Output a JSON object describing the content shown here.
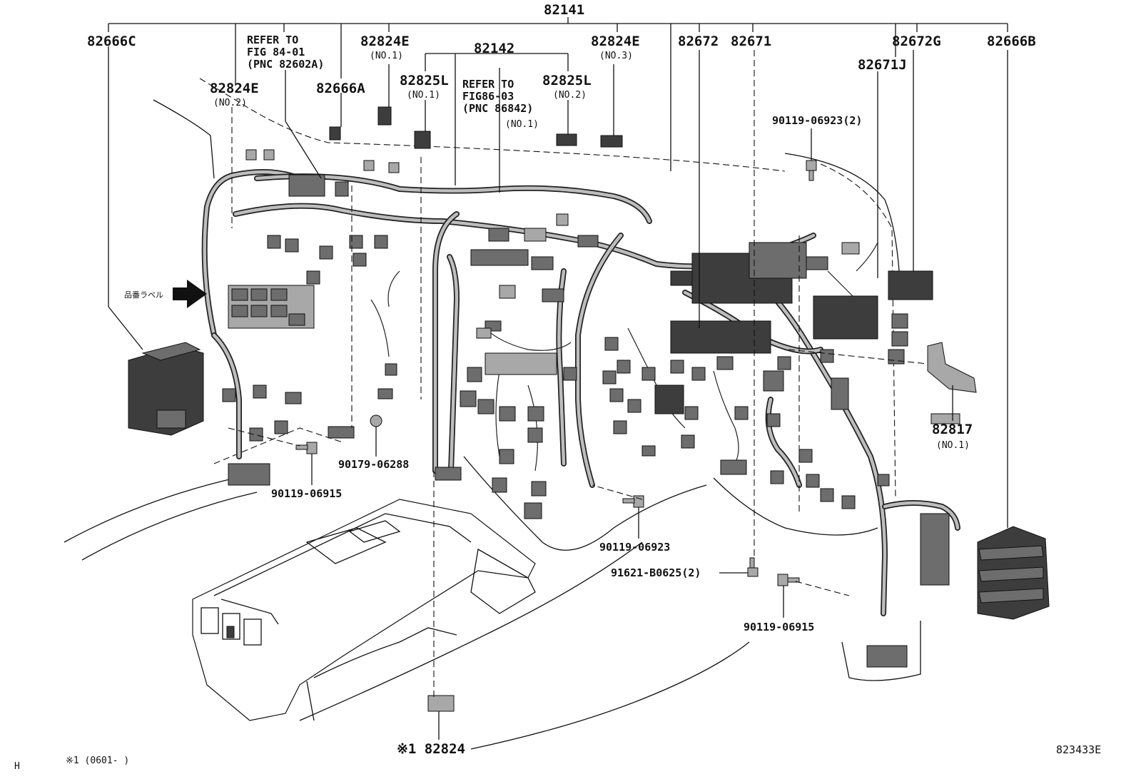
{
  "diagram": {
    "labels": {
      "p82141": "82141",
      "p82666c": "82666C",
      "refer1_l1": "REFER TO",
      "refer1_l2": "FIG 84-01",
      "refer1_l3": "(PNC 82602A)",
      "p82824e_no1": "82824E",
      "no1_a": "(NO.1)",
      "p82142": "82142",
      "p82824e_no3": "82824E",
      "no3": "(NO.3)",
      "p82672": "82672",
      "p82671": "82671",
      "p82672g": "82672G",
      "p82666b": "82666B",
      "p82824e_no2": "82824E",
      "no2_a": "(NO.2)",
      "p82666a": "82666A",
      "p82825l_no1": "82825L",
      "no1_b": "(NO.1)",
      "refer2_l1": "REFER TO",
      "refer2_l2": "FIG86-03",
      "refer2_l3": "(PNC 86842)",
      "no1_c": "(NO.1)",
      "p82825l_no2": "82825L",
      "no2_b": "(NO.2)",
      "p82671j": "82671J",
      "bolt_90119_06923_2": "90119-06923(2)",
      "jp_label": "品番ラベル",
      "p82817": "82817",
      "no1_d": "(NO.1)",
      "bolt_90179_06288": "90179-06288",
      "bolt_90119_06915_a": "90119-06915",
      "bolt_90119_06923": "90119-06923",
      "nut_91621": "91621-B0625(2)",
      "bolt_90119_06915_b": "90119-06915",
      "p82824": "※1 82824",
      "footnote": "※1  (0601-     )",
      "corner_h": "H",
      "fig_code": "823433E"
    }
  }
}
